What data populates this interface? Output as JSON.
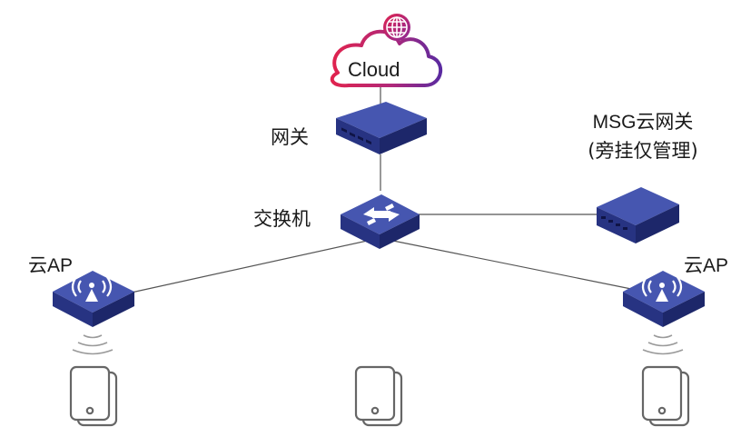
{
  "cloud": {
    "label": "Cloud"
  },
  "devices": {
    "gateway": {
      "label": "网关"
    },
    "switch": {
      "label": "交换机"
    },
    "msg": {
      "label_line1": "MSG云网关",
      "label_line2": "(旁挂仅管理)"
    },
    "ap_left": {
      "label": "云AP"
    },
    "ap_right": {
      "label": "云AP"
    }
  },
  "colors": {
    "device_top": "#3f51a8",
    "device_front": "#253079",
    "device_side": "#1c2566",
    "line": "#555555",
    "cloud_gradient": [
      "#e0234e",
      "#8a2a9a",
      "#4a2a9a"
    ],
    "phone_stroke": "#666666"
  }
}
